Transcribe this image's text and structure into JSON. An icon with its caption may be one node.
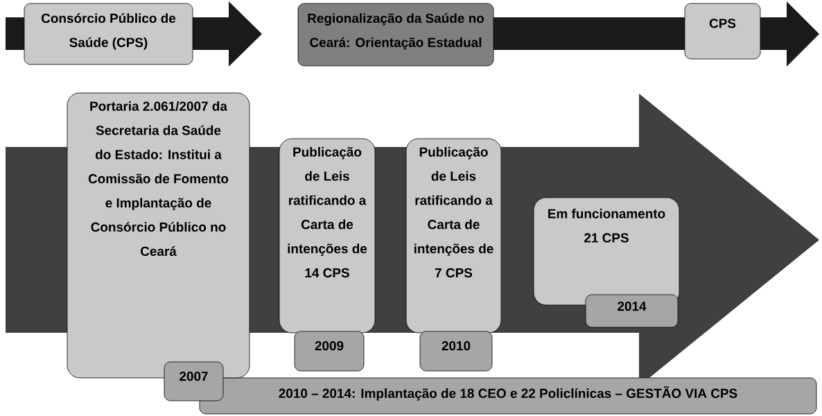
{
  "diagram": {
    "nodes": [
      {
        "text": [
          "Consórcio Público de Saúde (CPS)"
        ]
      },
      {
        "text": [
          "Regionalização da Saúde no Ceará: Orientação Estadual"
        ]
      },
      {
        "text": [
          "CPS"
        ]
      },
      {
        "text": [
          "Portaria 2.061/2007 da Secretaria da Saúde do Estado: Institui a Comissão de Fomento e Implantação de Consórcio Público no Ceará"
        ]
      },
      {
        "text": [
          "2007"
        ]
      },
      {
        "text": [
          "Publicação de Leis ratificando a Carta de intenções de 14 CPS"
        ]
      },
      {
        "text": [
          "2009"
        ]
      },
      {
        "text": [
          "Publicação de Leis ratificando a Carta de intenções de 7 CPS"
        ]
      },
      {
        "text": [
          "2010"
        ]
      },
      {
        "text": [
          "Em funcionamento 21 CPS"
        ]
      },
      {
        "text": [
          "2014"
        ]
      },
      {
        "text": [
          "2010 – 2014: Implantação de 18 CEO e 22 Policlínicas – GESTÃO VIA CPS"
        ]
      }
    ]
  }
}
